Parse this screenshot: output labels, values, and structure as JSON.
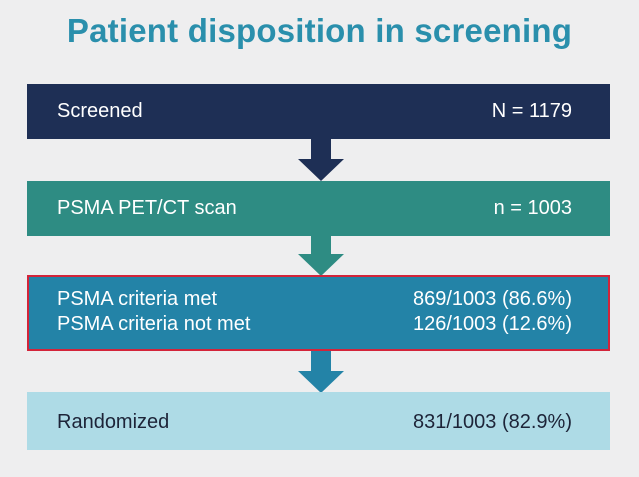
{
  "title": "Patient disposition in screening",
  "steps": [
    {
      "label": "Screened",
      "value": "N = 1179"
    },
    {
      "label": "PSMA PET/CT scan",
      "value": "n = 1003"
    },
    {
      "rows": [
        {
          "label": "PSMA criteria met",
          "value": "869/1003 (86.6%)"
        },
        {
          "label": "PSMA criteria not met",
          "value": "126/1003 (12.6%)"
        }
      ]
    },
    {
      "label": "Randomized",
      "value": "831/1003 (82.9%)"
    }
  ],
  "colors": {
    "title": "#2a8fac",
    "screened_box": "#1e2f55",
    "pet_box": "#2e8c83",
    "criteria_box": "#2383a7",
    "criteria_highlight_border": "#d3243a",
    "randomized_box": "#aedbe6"
  }
}
